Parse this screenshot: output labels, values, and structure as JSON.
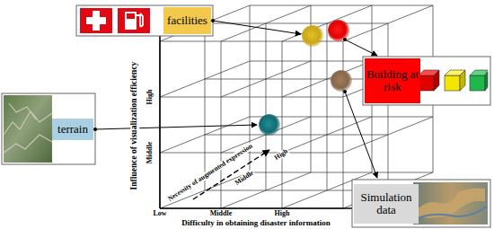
{
  "diagram": {
    "nodes": [
      {
        "text": [
          "facilities"
        ]
      },
      {
        "text": [
          "Building at risk"
        ]
      },
      {
        "text": [
          "terrain"
        ]
      },
      {
        "text": [
          "Simulation data"
        ]
      }
    ],
    "labels": [
      "Influence of visualization efficiency",
      "High",
      "Middle",
      "Low",
      "Middle",
      "High",
      "Difficulty in obtaining disaster information",
      "Necessity of augmented expression",
      "Middle",
      "High"
    ]
  }
}
